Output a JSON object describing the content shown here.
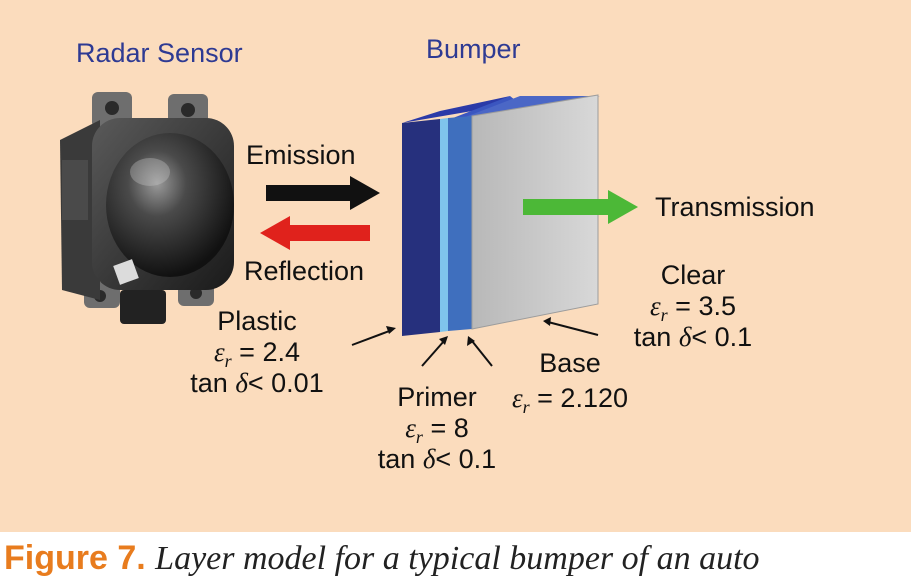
{
  "labels": {
    "radar_sensor": "Radar Sensor",
    "bumper": "Bumper",
    "emission": "Emission",
    "reflection": "Reflection",
    "transmission": "Transmission"
  },
  "layers": {
    "plastic": {
      "name": "Plastic",
      "eps_symbol": "ε",
      "eps_sub": "r",
      "eps_value": "= 2.4",
      "tan_symbol": "tan ",
      "delta": "δ",
      "tan_value": "< 0.01"
    },
    "primer": {
      "name": "Primer",
      "eps_symbol": "ε",
      "eps_sub": "r",
      "eps_value": "= 8",
      "tan_symbol": "tan ",
      "delta": "δ",
      "tan_value": "< 0.1"
    },
    "base": {
      "name": "Base",
      "eps_symbol": "ε",
      "eps_sub": "r",
      "eps_value": "= 2.120"
    },
    "clear": {
      "name": "Clear",
      "eps_symbol": "ε",
      "eps_sub": "r",
      "eps_value": "= 3.5",
      "tan_symbol": "tan ",
      "delta": "δ",
      "tan_value": "< 0.1"
    }
  },
  "caption": {
    "figure_label": "Figure 7.",
    "text": "Layer model for a typical bumper of an auto"
  },
  "colors": {
    "background": "#fbdcbd",
    "title_text": "#2e3a93",
    "plastic_layer": "#26307d",
    "primer_layer": "#7fc4ec",
    "base_layer": "#3f6fbe",
    "clear_layer": "#c9c9c9",
    "emission_arrow": "#111111",
    "reflection_arrow": "#e0221c",
    "transmission_arrow": "#4cb837",
    "caption_label": "#e87c1e"
  },
  "icons": {
    "sensor": "radar-sensor-image",
    "emission": "arrow-right",
    "reflection": "arrow-left",
    "transmission": "arrow-right"
  }
}
